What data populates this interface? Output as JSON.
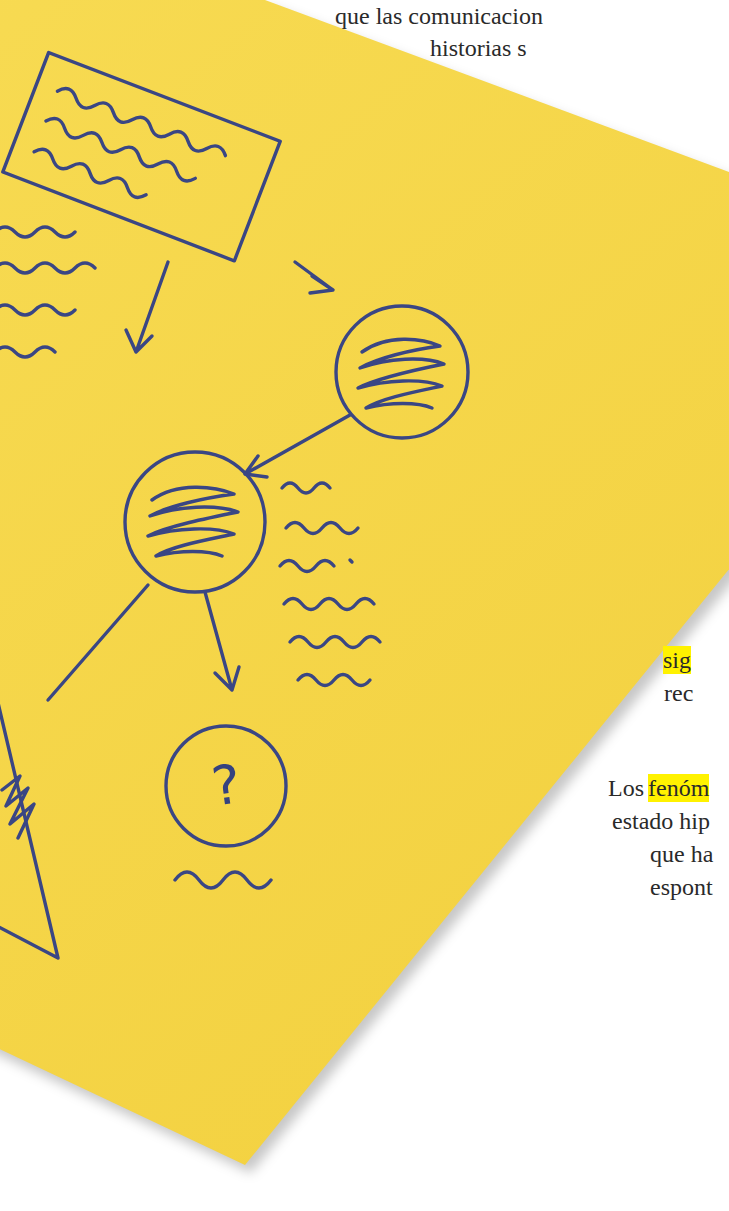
{
  "diagram": {
    "nodes": [
      {
        "text": [
          "?"
        ]
      }
    ],
    "labels": [
      "que las comunicacion",
      "historias s",
      "sig",
      "rec",
      "Los",
      "fenóm",
      "estado hip",
      "que ha",
      "espont"
    ]
  }
}
